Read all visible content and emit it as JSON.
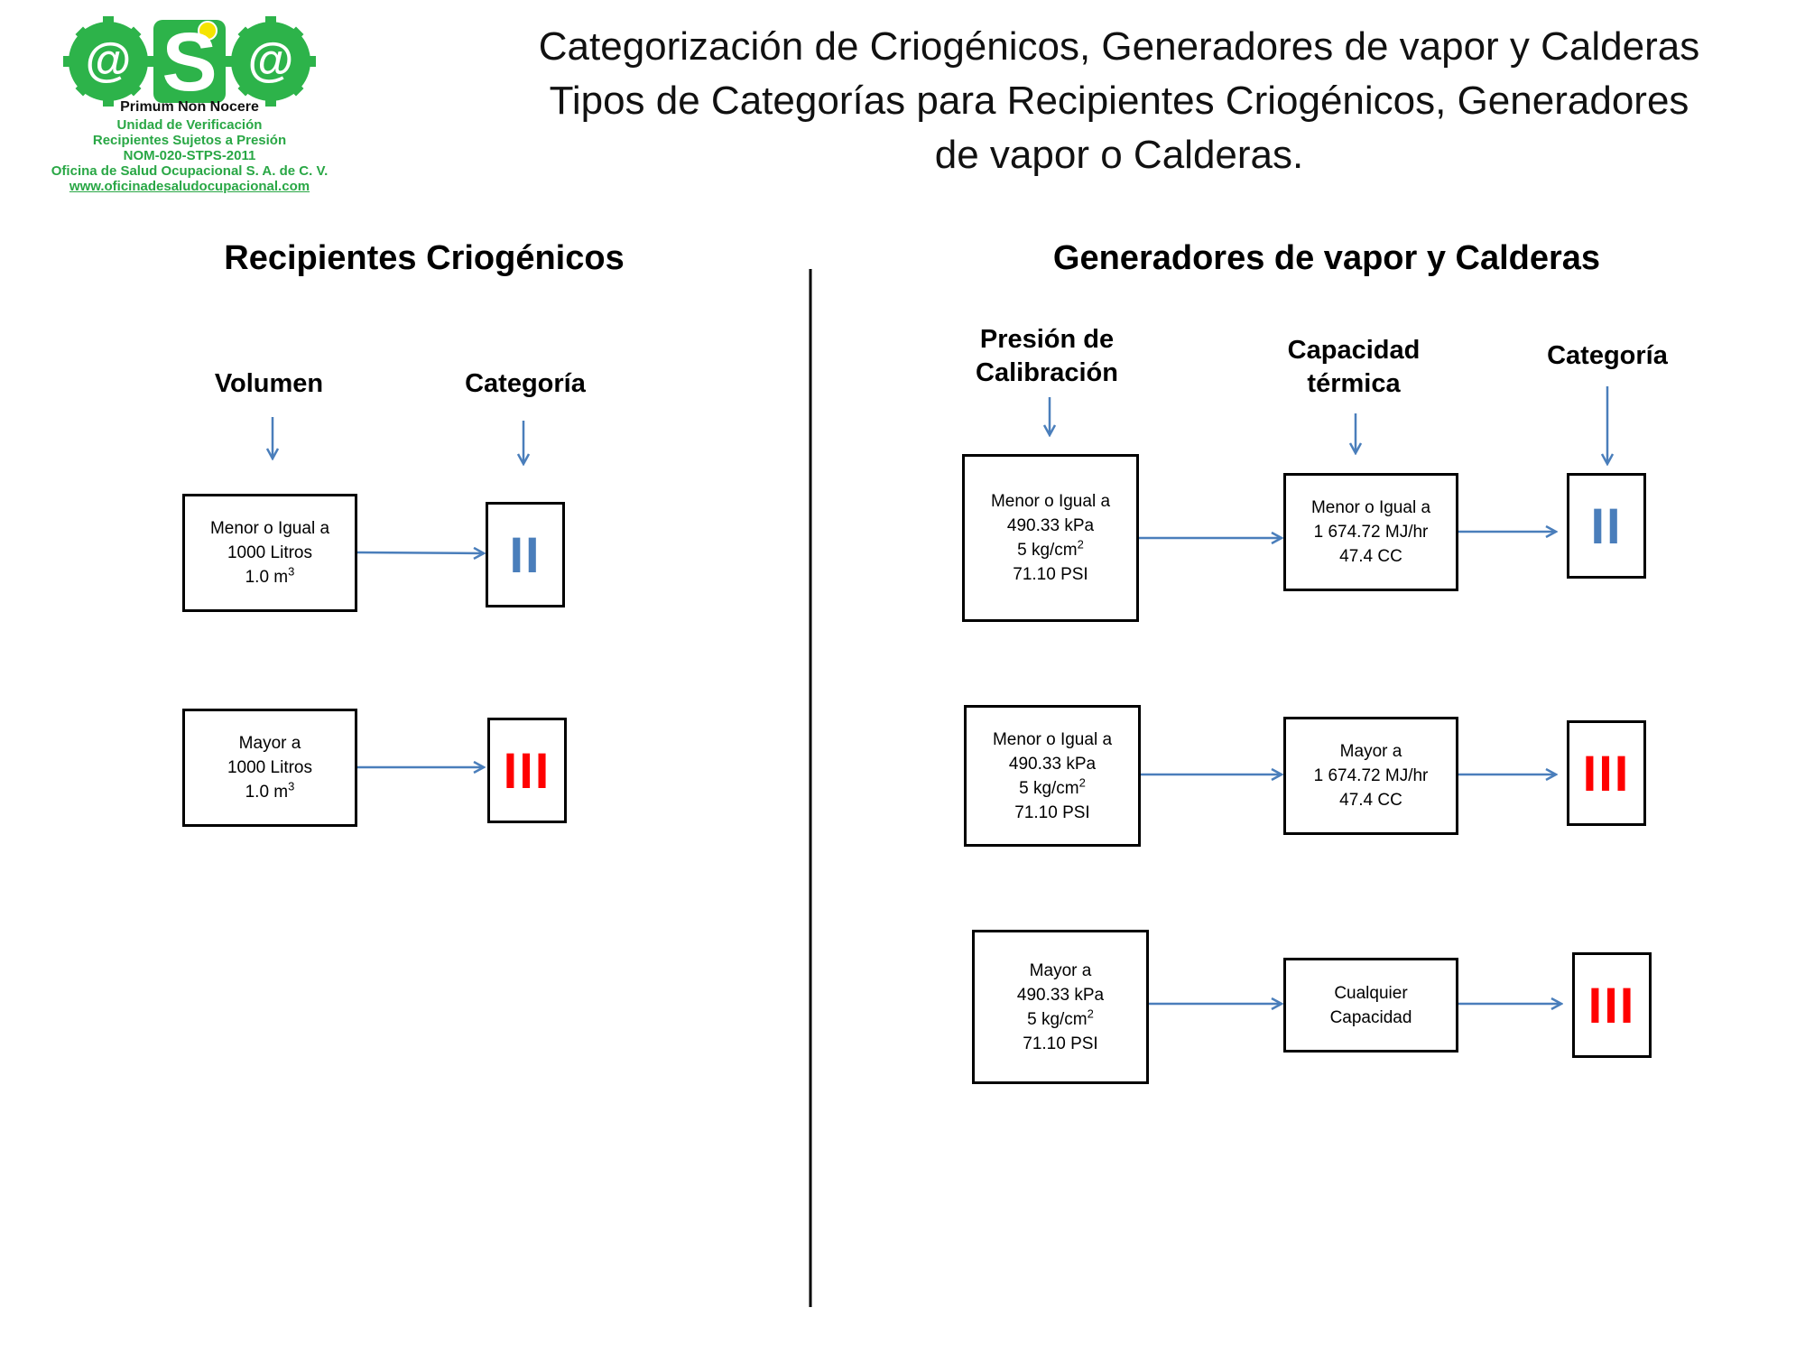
{
  "logo": {
    "letters": "@S@",
    "motto": "Primum Non Nocere",
    "line1": "Unidad de Verificación",
    "line2": "Recipientes Sujetos a Presión",
    "line3": "NOM-020-STPS-2011",
    "line4": "Oficina de Salud Ocupacional S. A. de C. V.",
    "line5": "www.oficinadesaludocupacional.com"
  },
  "title": {
    "line1": "Categorización de Criogénicos, Generadores de vapor y Calderas",
    "line2": "Tipos de Categorías para Recipientes Criogénicos, Generadores",
    "line3": "de vapor o Calderas."
  },
  "cryogenic": {
    "heading": "Recipientes Criogénicos",
    "col_volume": "Volumen",
    "col_category": "Categoría",
    "rows": [
      {
        "l1": "Menor o Igual a",
        "l2": "1000 Litros",
        "l3": "1.0 m",
        "sup": "3",
        "category": "II"
      },
      {
        "l1": "Mayor  a",
        "l2": "1000 Litros",
        "l3": "1.0 m",
        "sup": "3",
        "category": "III"
      }
    ]
  },
  "boilers": {
    "heading": "Generadores de vapor y Calderas",
    "col_pressure_1": "Presión de",
    "col_pressure_2": "Calibración",
    "col_capacity_1": "Capacidad",
    "col_capacity_2": "térmica",
    "col_category": "Categoría",
    "rows": [
      {
        "p1": "Menor o Igual a",
        "p2": "490.33 kPa",
        "p3": "5 kg/cm",
        "psup": "2",
        "p4": "71.10 PSI",
        "c1": "Menor o Igual a",
        "c2": "1 674.72 MJ/hr",
        "c3": "47.4 CC",
        "category": "II"
      },
      {
        "p1": "Menor o Igual a",
        "p2": "490.33 kPa",
        "p3": "5 kg/cm",
        "psup": "2",
        "p4": "71.10 PSI",
        "c1": "Mayor a",
        "c2": "1 674.72 MJ/hr",
        "c3": "47.4 CC",
        "category": "III"
      },
      {
        "p1": "Mayor a",
        "p2": "490.33 kPa",
        "p3": "5 kg/cm",
        "psup": "2",
        "p4": "71.10 PSI",
        "c1": "Cualquier",
        "c2": "Capacidad",
        "c3": "",
        "category": "III"
      }
    ]
  },
  "colors": {
    "arrow": "#4a7ebb",
    "category_II": "#4a7ebb",
    "category_III": "#ff0000",
    "logo_green": "#29a745"
  }
}
